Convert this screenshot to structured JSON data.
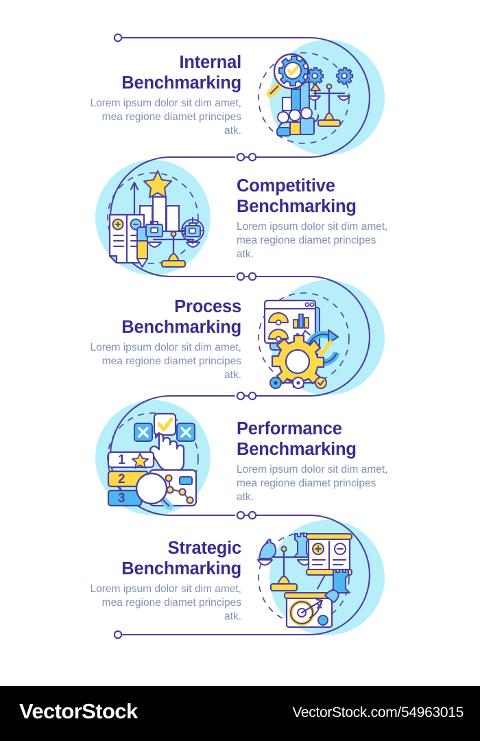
{
  "poster": {
    "theme_colors": {
      "title": "#3b2b8f",
      "body": "#7f92b3",
      "line": "#4b3d9e",
      "blob": "#b6effa",
      "blue": "#4cb8ef",
      "blue_dark": "#3f8fe0",
      "yellow": "#fcd949",
      "white": "#ffffff",
      "footer_bg": "#000000"
    },
    "sections": [
      {
        "index": 1,
        "title": "Internal\nBenchmarking",
        "description": "Lorem ipsum dolor sit dim amet, mea regione diamet principes atk.",
        "text_side": "left",
        "illustration": "magnifier-gear-check-scales-people-barchart"
      },
      {
        "index": 2,
        "title": "Competitive\nBenchmarking",
        "description": "Lorem ipsum dolor sit dim amet, mea regione diamet principes atk.",
        "text_side": "right",
        "illustration": "proscons-doc-pencil-barchart-star-briefcase-scales"
      },
      {
        "index": 3,
        "title": "Process\nBenchmarking",
        "description": "Lorem ipsum dolor sit dim amet, mea regione diamet principes atk.",
        "text_side": "left",
        "illustration": "dashboard-window-gear-refresh-check"
      },
      {
        "index": 4,
        "title": "Performance\nBenchmarking",
        "description": "Lorem ipsum dolor sit dim amet, mea regione diamet principes atk.",
        "text_side": "right",
        "illustration": "ranking-list-check-cross-cursor-magnifier-network"
      },
      {
        "index": 5,
        "title": "Strategic\nBenchmarking",
        "description": "Lorem ipsum dolor sit dim amet, mea regione diamet principes atk.",
        "text_side": "left",
        "illustration": "chess-scales-proscons-board-target-dart-pen"
      }
    ]
  },
  "footer": {
    "brand": "VectorStock",
    "url": "VectorStock.com/54963015"
  }
}
